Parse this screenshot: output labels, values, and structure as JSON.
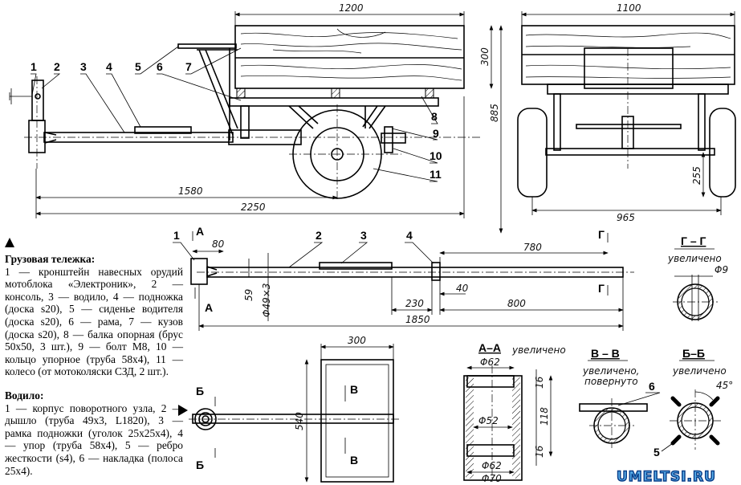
{
  "side_view": {
    "dims": {
      "body_length": "1200",
      "body_height": "300",
      "total_height": "885",
      "axle_distance": "1580",
      "total_length": "2250"
    },
    "callouts": [
      "1",
      "2",
      "3",
      "4",
      "5",
      "6",
      "7",
      "8",
      "9",
      "10",
      "11"
    ]
  },
  "rear_view": {
    "dims": {
      "body_width": "1100",
      "track": "965",
      "clearance": "255"
    }
  },
  "drawbar_view": {
    "callouts": [
      "1",
      "2",
      "3",
      "4"
    ],
    "dims": {
      "d80": "80",
      "d780": "780",
      "d40": "40",
      "d230": "230",
      "d800": "800",
      "d1850": "1850",
      "d59": "59",
      "tube": "Φ49×3"
    },
    "section_marks": {
      "a": "А",
      "g": "Г"
    }
  },
  "section_gg": {
    "title": "Г – Г",
    "subtitle": "увеличено",
    "dim": "Φ9"
  },
  "footboard_view": {
    "dims": {
      "width": "300",
      "length": "540"
    },
    "section_marks": {
      "b": "Б",
      "v": "В"
    }
  },
  "section_aa": {
    "title": "А–А",
    "subtitle": "увеличено",
    "dims": {
      "top": "Φ62",
      "inner": "Φ52",
      "bottom": "Φ62",
      "outer": "Φ70",
      "h1": "16",
      "h2": "16",
      "height": "118"
    }
  },
  "section_vv": {
    "title": "В – В",
    "subtitle_1": "увеличено,",
    "subtitle_2": "повернуто",
    "callout": "6"
  },
  "section_bb": {
    "title": "Б–Б",
    "subtitle": "увеличено",
    "angle": "45°",
    "callout": "5"
  },
  "caption": {
    "trailer_heading": "Грузовая тележка:",
    "trailer_text": "1 — кронштейн навесных орудий мотоблока «Электроник», 2 — консоль, 3 — водило, 4 — подножка (доска s20), 5 — сиденье водителя (доска s20), 6 — рама, 7 — кузов (доска s20), 8 — балка опорная (брус 50х50, 3 шт.), 9 — болт М8, 10 — кольцо упорное (труба 58х4), 11 — колесо (от мотоколяски СЗД, 2 шт.).",
    "drawbar_heading": "Водило:",
    "drawbar_text": "1 — корпус поворотного узла, 2 — дышло (труба 49х3, L1820), 3 — рамка подножки (уголок 25х25х4), 4 — упор (труба 58х4), 5 — ребро жесткости (s4), 6 — накладка (полоса 25х4)."
  },
  "watermark": "UMELTSI.RU"
}
